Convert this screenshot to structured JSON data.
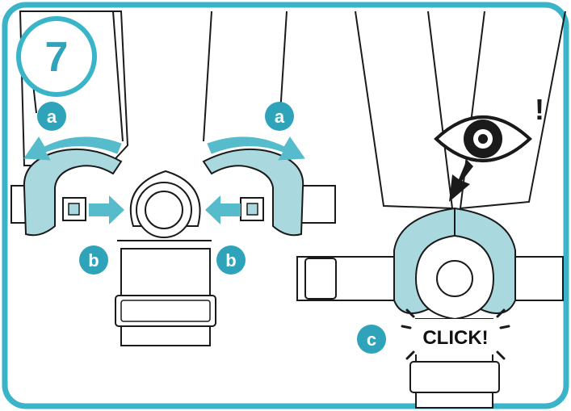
{
  "step": {
    "number": "7"
  },
  "labels": {
    "a": "a",
    "b": "b",
    "c": "c"
  },
  "click_text": "CLICK!",
  "warning_mark": "!",
  "colors": {
    "teal_frame": "#3ab4c8",
    "teal_badge": "#2ea3b9",
    "light_teal_fill": "#a9d9df",
    "arrow_teal": "#56bccb",
    "line_dark": "#1a1a1a"
  },
  "icons": {
    "eye": "eye-icon",
    "arrow_down": "arrow-down-icon",
    "arrows_rotate": "curved-arrow-icon",
    "arrows_push": "push-arrow-icon"
  }
}
